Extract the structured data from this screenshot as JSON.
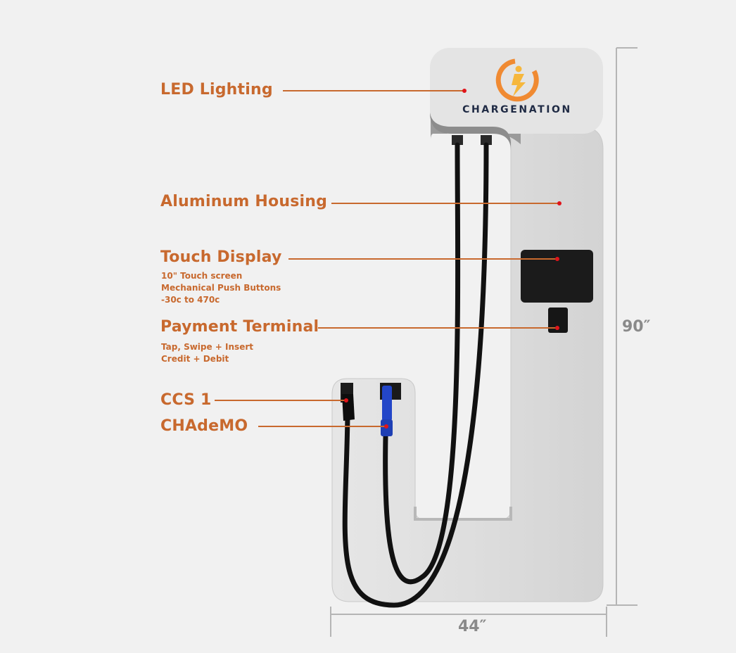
{
  "brand": {
    "name": "CHARGENATION",
    "logo_icon": "lightning-bolt-in-circle-icon",
    "colors": {
      "logo_orange": "#f08a32",
      "logo_yellow": "#f6b73c",
      "brand_text": "#1f2a44"
    }
  },
  "colors": {
    "label": "#c8692e",
    "leader_line": "#c8692e",
    "marker_dot": "#e0141b",
    "dimension": "#8a8a8a"
  },
  "callouts": [
    {
      "id": "led",
      "title": "LED Lighting",
      "details": []
    },
    {
      "id": "housing",
      "title": "Aluminum Housing",
      "details": []
    },
    {
      "id": "display",
      "title": "Touch Display",
      "details": [
        "10\" Touch screen",
        "Mechanical Push Buttons",
        "-30c to 470c"
      ]
    },
    {
      "id": "payment",
      "title": "Payment Terminal",
      "details": [
        "Tap, Swipe + Insert",
        "Credit + Debit"
      ]
    },
    {
      "id": "ccs1",
      "title": "CCS 1",
      "details": []
    },
    {
      "id": "chademo",
      "title": "CHAdeMO",
      "details": []
    }
  ],
  "dimensions": {
    "height": "90″",
    "width": "44″"
  }
}
